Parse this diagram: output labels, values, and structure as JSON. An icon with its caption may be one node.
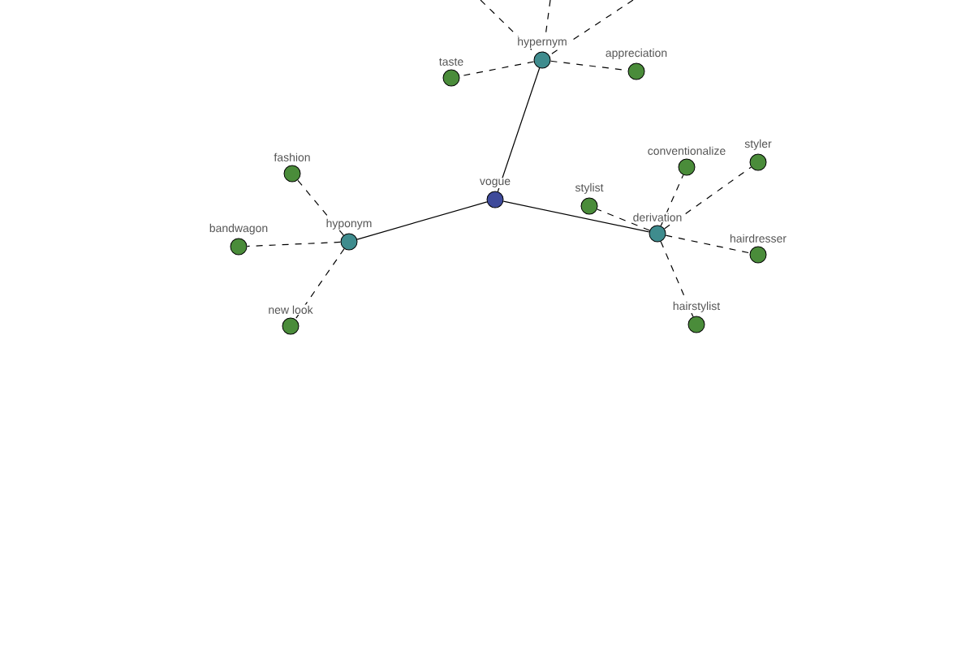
{
  "diagram": {
    "nodes": [
      {
        "text": [
          "vogue"
        ]
      },
      {
        "text": [
          "hypernym"
        ]
      },
      {
        "text": [
          "taste"
        ]
      },
      {
        "text": [
          "appreciation"
        ]
      },
      {
        "text": [
          "hyponym"
        ]
      },
      {
        "text": [
          "fashion"
        ]
      },
      {
        "text": [
          "bandwagon"
        ]
      },
      {
        "text": [
          "new look"
        ]
      },
      {
        "text": [
          "derivation"
        ]
      },
      {
        "text": [
          "stylist"
        ]
      },
      {
        "text": [
          "conventionalize"
        ]
      },
      {
        "text": [
          "styler"
        ]
      },
      {
        "text": [
          "hairdresser"
        ]
      },
      {
        "text": [
          "hairstylist"
        ]
      }
    ],
    "edges": [
      {
        "from": 0,
        "to": 1,
        "arrow": "none"
      },
      {
        "from": 0,
        "to": 4,
        "arrow": "none"
      },
      {
        "from": 0,
        "to": 8,
        "arrow": "none"
      },
      {
        "from": 1,
        "to": 2,
        "arrow": "none",
        "style": "dashed"
      },
      {
        "from": 1,
        "to": 3,
        "arrow": "none",
        "style": "dashed"
      },
      {
        "from": null,
        "to": 1,
        "arrow": "none",
        "style": "dashed"
      },
      {
        "from": null,
        "to": 1,
        "arrow": "none",
        "style": "dashed"
      },
      {
        "from": null,
        "to": 1,
        "arrow": "none",
        "style": "dashed"
      },
      {
        "from": 4,
        "to": 5,
        "arrow": "none",
        "style": "dashed"
      },
      {
        "from": 4,
        "to": 6,
        "arrow": "none",
        "style": "dashed"
      },
      {
        "from": 4,
        "to": 7,
        "arrow": "none",
        "style": "dashed"
      },
      {
        "from": 8,
        "to": 9,
        "arrow": "none",
        "style": "dashed"
      },
      {
        "from": 8,
        "to": 10,
        "arrow": "none",
        "style": "dashed"
      },
      {
        "from": 8,
        "to": 11,
        "arrow": "none",
        "style": "dashed"
      },
      {
        "from": 8,
        "to": 12,
        "arrow": "none",
        "style": "dashed"
      },
      {
        "from": 8,
        "to": 13,
        "arrow": "none",
        "style": "dashed"
      }
    ]
  }
}
